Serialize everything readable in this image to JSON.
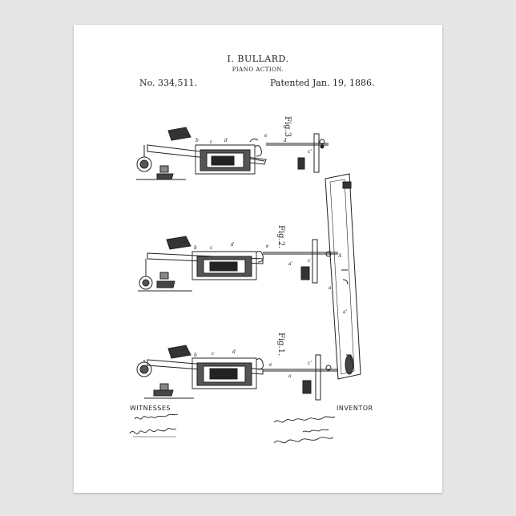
{
  "document": {
    "inventor_name": "I. BULLARD.",
    "title": "PIANO ACTION.",
    "patent_number": "No. 334,511.",
    "patent_date": "Patented Jan. 19, 1886."
  },
  "figures": [
    {
      "label": "Fig.3."
    },
    {
      "label": "Fig.2."
    },
    {
      "label": "Fig.1."
    }
  ],
  "signatures": {
    "witnesses_label": "WITNESSES",
    "inventor_label": "INVENTOR"
  },
  "colors": {
    "paper": "#ffffff",
    "ink": "#222222",
    "background": "#e6e6e6"
  }
}
